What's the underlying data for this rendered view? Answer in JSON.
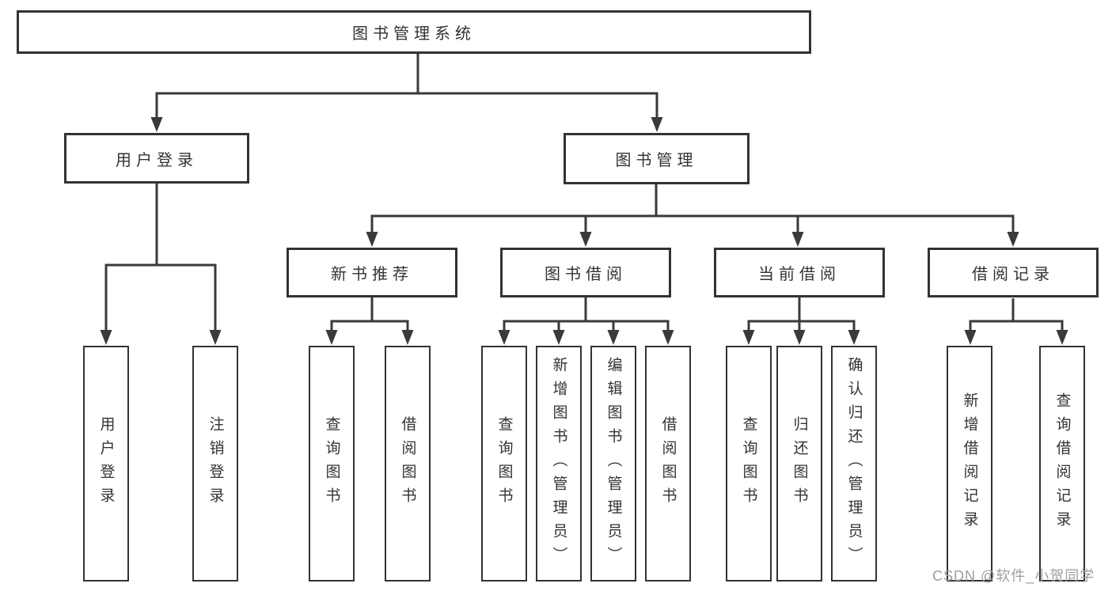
{
  "diagram_title": "图书管理系统",
  "nodes": {
    "root": "图书管理系统",
    "user_login": "用户登录",
    "book_mgmt": "图书管理",
    "leaf_user_login": "用户登录",
    "leaf_logout": "注销登录",
    "new_books": "新书推荐",
    "book_borrow": "图书借阅",
    "current_borrow": "当前借阅",
    "borrow_records": "借阅记录",
    "nb_query": "查询图书",
    "nb_borrow": "借阅图书",
    "bb_query": "查询图书",
    "bb_add": "新增图书（管理员）",
    "bb_edit": "编辑图书（管理员）",
    "bb_borrow": "借阅图书",
    "cb_query": "查询图书",
    "cb_return": "归还图书",
    "cb_confirm": "确认归还（管理员）",
    "br_add": "新增借阅记录",
    "br_query": "查询借阅记录"
  },
  "watermark": "CSDN @软件_小贺同学",
  "colors": {
    "line": "#3a3a3a",
    "border": "#333333",
    "text": "#333333",
    "background": "#ffffff",
    "watermark": "#9e9e9e"
  }
}
